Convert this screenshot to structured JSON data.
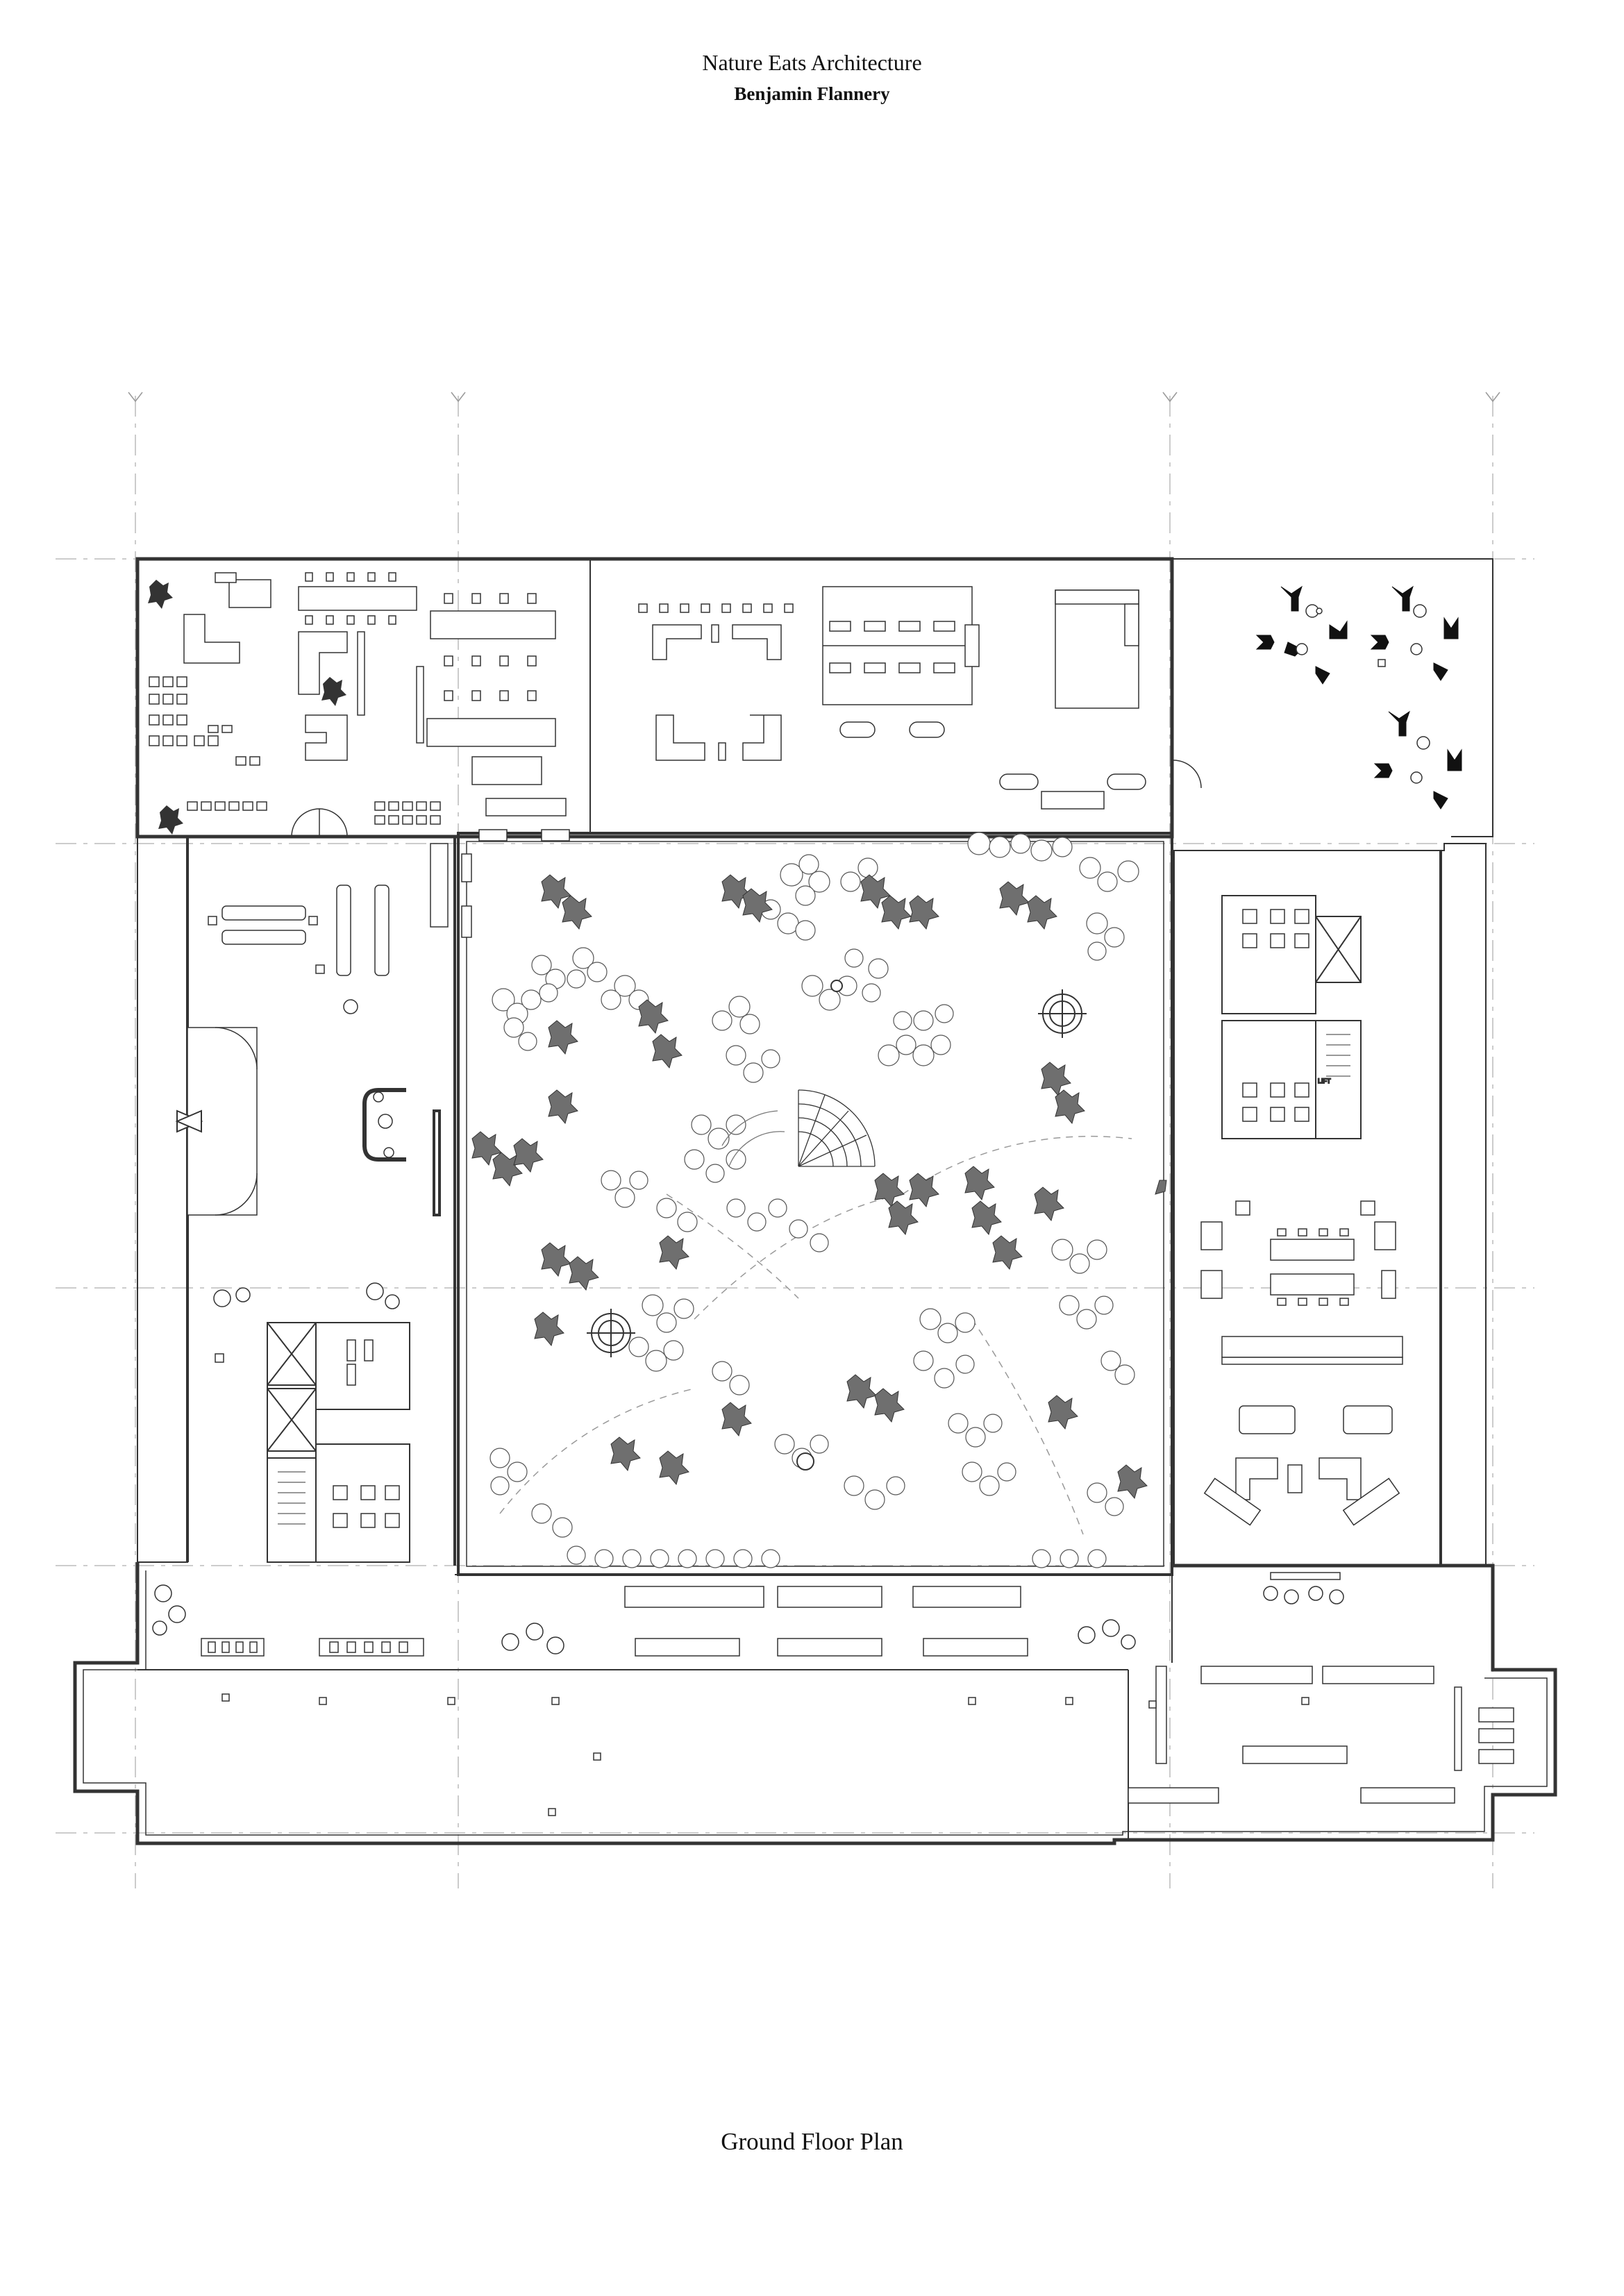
{
  "sheet": {
    "title": "Nature Eats Architecture",
    "author": "Benjamin Flannery",
    "caption": "Ground Floor Plan"
  },
  "plan": {
    "elevator_label": "LIFT",
    "line_color": "#333333",
    "grid_color": "#bbbbbb",
    "tree_fill_light": "#ffffff",
    "tree_fill_dark": "#6f6f6f",
    "furniture_fill": "#ffffff",
    "dark_furniture_fill": "#111111"
  }
}
